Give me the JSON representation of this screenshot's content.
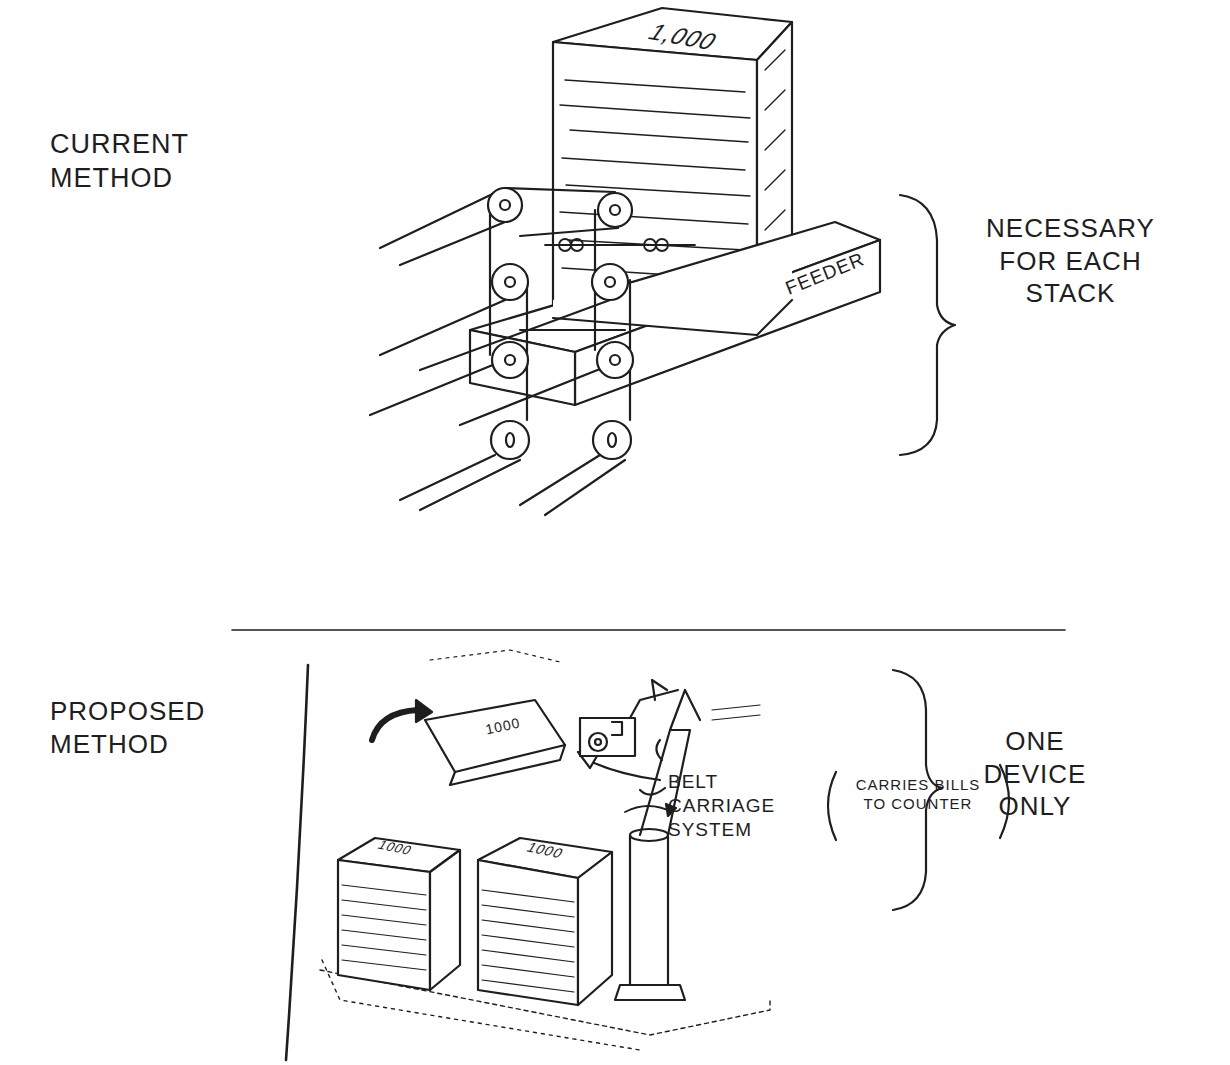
{
  "diagram": {
    "labels": [
      "CURRENT METHOD",
      "1,000",
      "FEEDER",
      "NECESSARY FOR EACH STACK",
      "BELT CARRIAGE SYSTEM",
      "CARRIES BILLS TO COUNTER",
      "PROPOSED METHOD",
      "1000",
      "1000",
      "1000",
      "ONE DEVICE ONLY"
    ]
  }
}
